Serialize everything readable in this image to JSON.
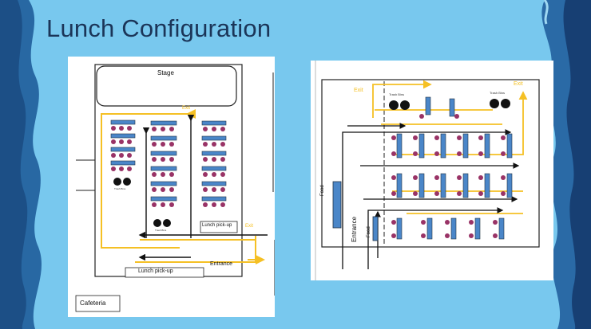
{
  "slide": {
    "title": "Lunch Configuration"
  },
  "left_diagram": {
    "stage_label": "Stage",
    "exit_top_label": "Exit",
    "exit_right_label": "Exit",
    "trash_label_1": "Trash Bins",
    "trash_label_2": "Trash Bins",
    "lunch_pickup_right_label": "Lunch pick-up",
    "entrance_label": "Entrance",
    "lunch_pickup_bottom_label": "Lunch pick-up",
    "room_label": "Cafeteria"
  },
  "right_diagram": {
    "exit_left_label": "Exit",
    "exit_right_label": "Exit",
    "trash_label_1": "Trash Bins",
    "trash_label_2": "Trash Bins",
    "food_label_1": "Food",
    "food_label_2": "Food",
    "entrance_label": "Entrance"
  },
  "colors": {
    "background": "#78c8ee",
    "wave_dark": "#1f5c93",
    "table_blue": "#4a86c8",
    "chair_purple": "#993366",
    "exit_arrow": "#f5c024",
    "outline": "#222222"
  }
}
